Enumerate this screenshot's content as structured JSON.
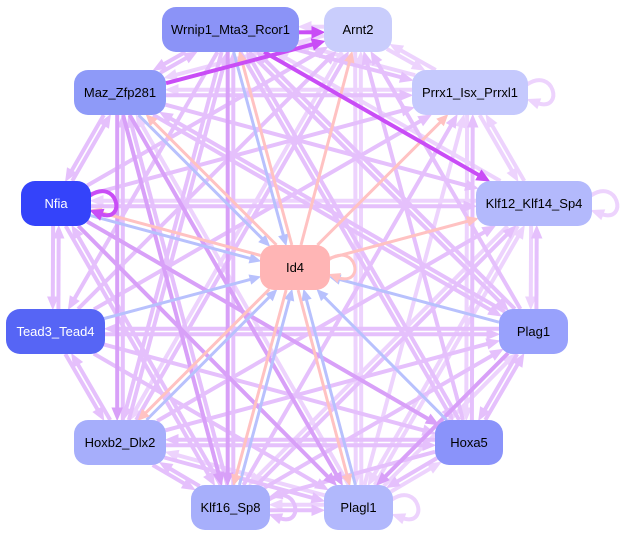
{
  "graph": {
    "edge_colors": {
      "pale": "#edd3fd",
      "light": "#e5c0fc",
      "medium": "#d8a0f8",
      "strong": "#c94df6",
      "blue": "#b8c1fd",
      "pink": "#ffc2c2"
    },
    "nodes": [
      {
        "id": "wrnip1",
        "label": "Wrnip1_Mta3_Rcor1",
        "fill": "#8b93f7",
        "text_color": "#000000"
      },
      {
        "id": "arnt2",
        "label": "Arnt2",
        "fill": "#c9cdfc",
        "text_color": "#000000"
      },
      {
        "id": "prrx1",
        "label": "Prrx1_Isx_Prrxl1",
        "fill": "#c5c9fd",
        "text_color": "#000000"
      },
      {
        "id": "maz",
        "label": "Maz_Zfp281",
        "fill": "#8e9af8",
        "text_color": "#000000"
      },
      {
        "id": "nfia",
        "label": "Nfia",
        "fill": "#3443fa",
        "text_color": "#ffffff"
      },
      {
        "id": "klf12",
        "label": "Klf12_Klf14_Sp4",
        "fill": "#b3b9fc",
        "text_color": "#000000"
      },
      {
        "id": "id4",
        "label": "Id4",
        "fill": "#ffb5b5",
        "text_color": "#000000"
      },
      {
        "id": "tead3",
        "label": "Tead3_Tead4",
        "fill": "#5665f5",
        "text_color": "#ffffff"
      },
      {
        "id": "plag1",
        "label": "Plag1",
        "fill": "#98a1fc",
        "text_color": "#000000"
      },
      {
        "id": "hoxb2",
        "label": "Hoxb2_Dlx2",
        "fill": "#a6aefb",
        "text_color": "#000000"
      },
      {
        "id": "hoxa5",
        "label": "Hoxa5",
        "fill": "#8a93fa",
        "text_color": "#000000"
      },
      {
        "id": "klf16",
        "label": "Klf16_Sp8",
        "fill": "#a7affb",
        "text_color": "#000000"
      },
      {
        "id": "plagl1",
        "label": "Plagl1",
        "fill": "#b1b8fc",
        "text_color": "#000000"
      }
    ],
    "edges": [
      {
        "from": "wrnip1",
        "to": "arnt2",
        "color": "strong"
      },
      {
        "from": "maz",
        "to": "arnt2",
        "color": "strong"
      },
      {
        "from": "wrnip1",
        "to": "klf12",
        "color": "strong"
      },
      {
        "from": "nfia",
        "to": "nfia",
        "color": "strong"
      },
      {
        "from": "nfia",
        "to": "plagl1",
        "color": "medium"
      },
      {
        "from": "maz",
        "to": "plagl1",
        "color": "medium"
      },
      {
        "from": "maz",
        "to": "klf16",
        "color": "medium"
      },
      {
        "from": "wrnip1",
        "to": "klf16",
        "color": "medium"
      },
      {
        "from": "plag1",
        "to": "plagl1",
        "color": "medium"
      },
      {
        "from": "maz",
        "to": "hoxb2",
        "color": "medium"
      },
      {
        "from": "nfia",
        "to": "hoxa5",
        "color": "medium"
      },
      {
        "from": "wrnip1",
        "to": "prrx1",
        "color": "light"
      },
      {
        "from": "wrnip1",
        "to": "maz",
        "color": "light"
      },
      {
        "from": "maz",
        "to": "wrnip1",
        "color": "light"
      },
      {
        "from": "wrnip1",
        "to": "tead3",
        "color": "light"
      },
      {
        "from": "wrnip1",
        "to": "plag1",
        "color": "light"
      },
      {
        "from": "plag1",
        "to": "wrnip1",
        "color": "light"
      },
      {
        "from": "wrnip1",
        "to": "hoxb2",
        "color": "light"
      },
      {
        "from": "hoxb2",
        "to": "wrnip1",
        "color": "light"
      },
      {
        "from": "wrnip1",
        "to": "hoxa5",
        "color": "light"
      },
      {
        "from": "hoxa5",
        "to": "wrnip1",
        "color": "light"
      },
      {
        "from": "klf16",
        "to": "wrnip1",
        "color": "light"
      },
      {
        "from": "arnt2",
        "to": "wrnip1",
        "color": "pale"
      },
      {
        "from": "arnt2",
        "to": "prrx1",
        "color": "pale"
      },
      {
        "from": "prrx1",
        "to": "arnt2",
        "color": "pale"
      },
      {
        "from": "arnt2",
        "to": "maz",
        "color": "pale"
      },
      {
        "from": "nfia",
        "to": "arnt2",
        "color": "light"
      },
      {
        "from": "tead3",
        "to": "arnt2",
        "color": "light"
      },
      {
        "from": "plag1",
        "to": "arnt2",
        "color": "light"
      },
      {
        "from": "hoxb2",
        "to": "arnt2",
        "color": "light"
      },
      {
        "from": "arnt2",
        "to": "hoxb2",
        "color": "pale"
      },
      {
        "from": "hoxa5",
        "to": "arnt2",
        "color": "light"
      },
      {
        "from": "plagl1",
        "to": "arnt2",
        "color": "pale"
      },
      {
        "from": "arnt2",
        "to": "plagl1",
        "color": "pale"
      },
      {
        "from": "prrx1",
        "to": "wrnip1",
        "color": "pale"
      },
      {
        "from": "maz",
        "to": "prrx1",
        "color": "light"
      },
      {
        "from": "prrx1",
        "to": "maz",
        "color": "pale"
      },
      {
        "from": "nfia",
        "to": "prrx1",
        "color": "light"
      },
      {
        "from": "prrx1",
        "to": "klf12",
        "color": "pale"
      },
      {
        "from": "klf12",
        "to": "prrx1",
        "color": "pale"
      },
      {
        "from": "tead3",
        "to": "prrx1",
        "color": "light"
      },
      {
        "from": "hoxa5",
        "to": "prrx1",
        "color": "light"
      },
      {
        "from": "prrx1",
        "to": "hoxa5",
        "color": "pale"
      },
      {
        "from": "klf16",
        "to": "prrx1",
        "color": "light"
      },
      {
        "from": "plagl1",
        "to": "prrx1",
        "color": "pale"
      },
      {
        "from": "prrx1",
        "to": "prrx1",
        "color": "pale"
      },
      {
        "from": "maz",
        "to": "nfia",
        "color": "light"
      },
      {
        "from": "nfia",
        "to": "maz",
        "color": "light"
      },
      {
        "from": "maz",
        "to": "klf12",
        "color": "light"
      },
      {
        "from": "maz",
        "to": "plag1",
        "color": "light"
      },
      {
        "from": "plag1",
        "to": "maz",
        "color": "light"
      },
      {
        "from": "hoxb2",
        "to": "maz",
        "color": "light"
      },
      {
        "from": "klf16",
        "to": "maz",
        "color": "light"
      },
      {
        "from": "plagl1",
        "to": "maz",
        "color": "pale"
      },
      {
        "from": "nfia",
        "to": "klf12",
        "color": "light"
      },
      {
        "from": "klf12",
        "to": "nfia",
        "color": "pale"
      },
      {
        "from": "nfia",
        "to": "tead3",
        "color": "light"
      },
      {
        "from": "tead3",
        "to": "nfia",
        "color": "light"
      },
      {
        "from": "nfia",
        "to": "klf16",
        "color": "light"
      },
      {
        "from": "klf16",
        "to": "nfia",
        "color": "light"
      },
      {
        "from": "klf12",
        "to": "wrnip1",
        "color": "pale"
      },
      {
        "from": "klf12",
        "to": "plag1",
        "color": "pale"
      },
      {
        "from": "plag1",
        "to": "klf12",
        "color": "light"
      },
      {
        "from": "hoxb2",
        "to": "klf12",
        "color": "light"
      },
      {
        "from": "klf16",
        "to": "klf12",
        "color": "light"
      },
      {
        "from": "klf12",
        "to": "klf16",
        "color": "pale"
      },
      {
        "from": "plagl1",
        "to": "klf12",
        "color": "pale"
      },
      {
        "from": "klf12",
        "to": "plagl1",
        "color": "pale"
      },
      {
        "from": "klf12",
        "to": "klf12",
        "color": "pale"
      },
      {
        "from": "tead3",
        "to": "plag1",
        "color": "light"
      },
      {
        "from": "plag1",
        "to": "tead3",
        "color": "light"
      },
      {
        "from": "tead3",
        "to": "hoxb2",
        "color": "light"
      },
      {
        "from": "hoxb2",
        "to": "tead3",
        "color": "light"
      },
      {
        "from": "tead3",
        "to": "hoxa5",
        "color": "light"
      },
      {
        "from": "tead3",
        "to": "plagl1",
        "color": "light"
      },
      {
        "from": "hoxb2",
        "to": "plag1",
        "color": "light"
      },
      {
        "from": "plag1",
        "to": "hoxa5",
        "color": "light"
      },
      {
        "from": "hoxa5",
        "to": "plag1",
        "color": "light"
      },
      {
        "from": "klf16",
        "to": "plag1",
        "color": "light"
      },
      {
        "from": "plagl1",
        "to": "plag1",
        "color": "pale"
      },
      {
        "from": "hoxb2",
        "to": "hoxa5",
        "color": "light"
      },
      {
        "from": "hoxa5",
        "to": "hoxb2",
        "color": "light"
      },
      {
        "from": "hoxb2",
        "to": "klf16",
        "color": "light"
      },
      {
        "from": "klf16",
        "to": "hoxb2",
        "color": "light"
      },
      {
        "from": "hoxb2",
        "to": "plagl1",
        "color": "light"
      },
      {
        "from": "plagl1",
        "to": "hoxb2",
        "color": "pale"
      },
      {
        "from": "hoxa5",
        "to": "klf16",
        "color": "light"
      },
      {
        "from": "hoxa5",
        "to": "plagl1",
        "color": "light"
      },
      {
        "from": "plagl1",
        "to": "hoxa5",
        "color": "pale"
      },
      {
        "from": "klf16",
        "to": "plagl1",
        "color": "light"
      },
      {
        "from": "plagl1",
        "to": "klf16",
        "color": "pale"
      },
      {
        "from": "klf16",
        "to": "klf16",
        "color": "light"
      },
      {
        "from": "plagl1",
        "to": "plagl1",
        "color": "pale"
      },
      {
        "from": "wrnip1",
        "to": "id4",
        "color": "blue"
      },
      {
        "from": "maz",
        "to": "id4",
        "color": "blue"
      },
      {
        "from": "nfia",
        "to": "id4",
        "color": "blue"
      },
      {
        "from": "tead3",
        "to": "id4",
        "color": "blue"
      },
      {
        "from": "plag1",
        "to": "id4",
        "color": "blue"
      },
      {
        "from": "hoxa5",
        "to": "id4",
        "color": "blue"
      },
      {
        "from": "hoxb2",
        "to": "id4",
        "color": "blue"
      },
      {
        "from": "klf16",
        "to": "id4",
        "color": "blue"
      },
      {
        "from": "plagl1",
        "to": "id4",
        "color": "blue"
      },
      {
        "from": "id4",
        "to": "wrnip1",
        "color": "pink"
      },
      {
        "from": "id4",
        "to": "maz",
        "color": "pink"
      },
      {
        "from": "id4",
        "to": "arnt2",
        "color": "pink"
      },
      {
        "from": "id4",
        "to": "prrx1",
        "color": "pink"
      },
      {
        "from": "id4",
        "to": "klf12",
        "color": "pink"
      },
      {
        "from": "id4",
        "to": "nfia",
        "color": "pink"
      },
      {
        "from": "id4",
        "to": "hoxb2",
        "color": "pink"
      },
      {
        "from": "id4",
        "to": "klf16",
        "color": "pink"
      },
      {
        "from": "id4",
        "to": "plagl1",
        "color": "pink"
      },
      {
        "from": "id4",
        "to": "id4",
        "color": "pink"
      }
    ]
  }
}
